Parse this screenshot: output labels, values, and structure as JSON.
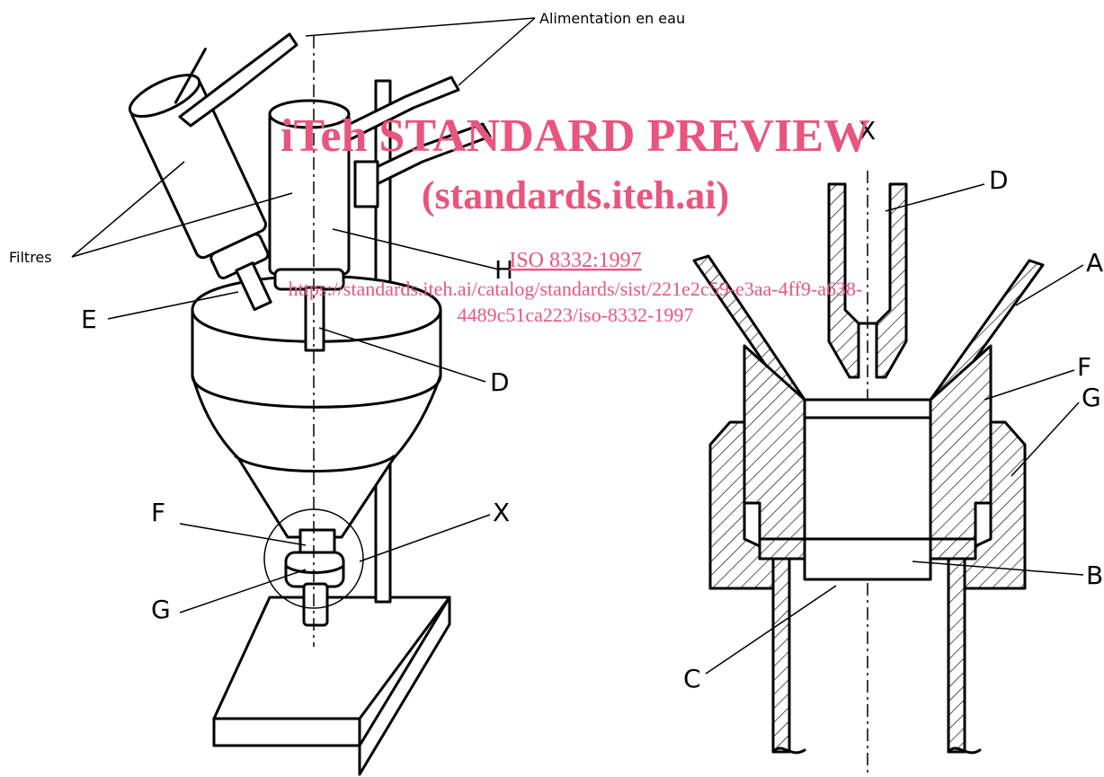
{
  "labels": {
    "water_supply": "Alimentation en eau",
    "filters": "Filtres",
    "e": "E",
    "d_left": "D",
    "h": "H",
    "f_left": "F",
    "g_left": "G",
    "x_left": "X",
    "x_right": "X",
    "d_right": "D",
    "a": "A",
    "f_right": "F",
    "g_right": "G",
    "b": "B",
    "c": "C"
  },
  "watermark": {
    "title": "iTeh STANDARD PREVIEW",
    "subtitle": "(standards.iteh.ai)",
    "iso": "ISO 8332:1997",
    "url_line1": "https://standards.iteh.ai/catalog/standards/sist/221e2c59-e3aa-4ff9-a638-",
    "url_line2": "4489c51ca223/iso-8332-1997"
  },
  "colors": {
    "watermark": "#e8557e",
    "line": "#000000"
  }
}
